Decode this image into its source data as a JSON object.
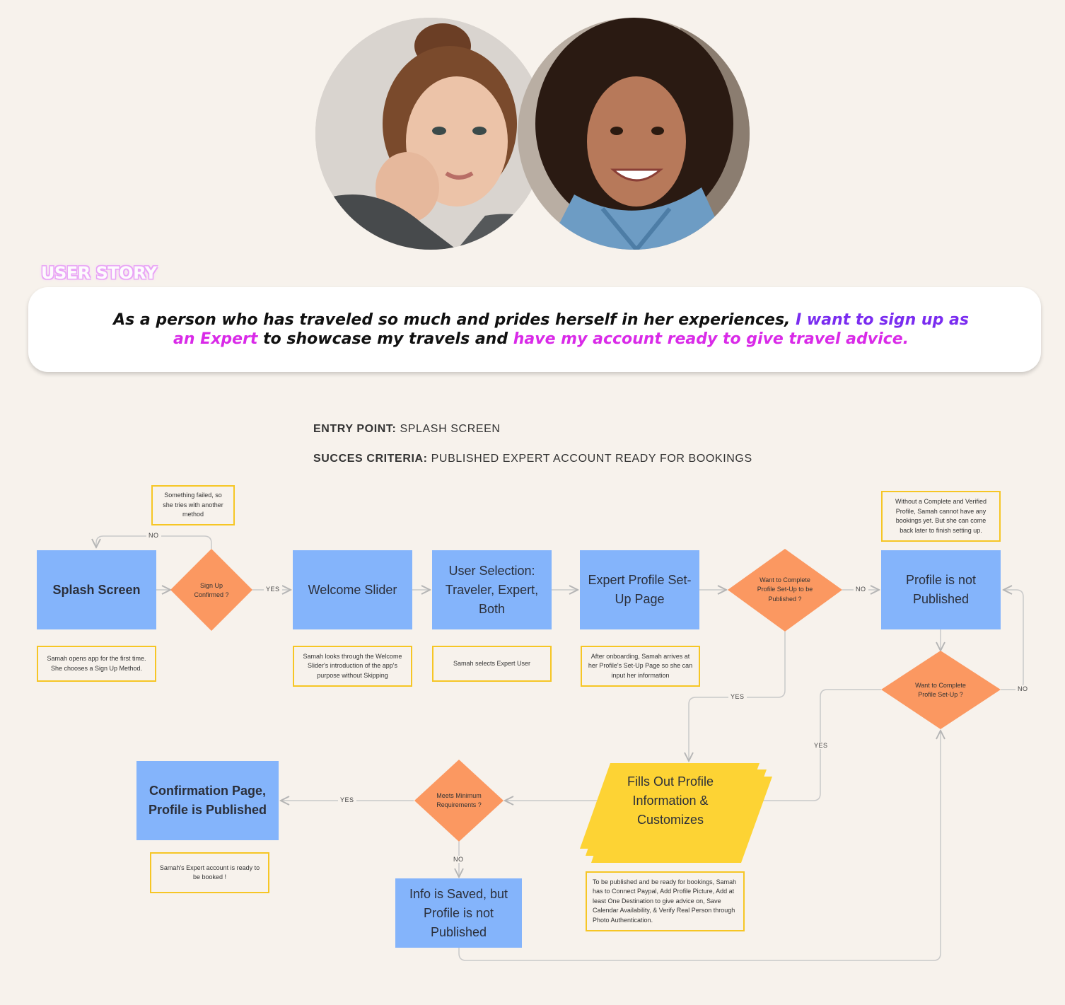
{
  "colors": {
    "background": "#f7f2ec",
    "process_node": "#84b4fb",
    "decision_node": "#fb9861",
    "data_node": "#fdd334",
    "note_border": "#f6c625",
    "story_purple": "#7a2cf0",
    "story_pink": "#d92ae8"
  },
  "personas": {
    "left_photo": "woman with hair bun, chin on hand",
    "right_photo": "smiling woman with curly hair, denim jacket"
  },
  "user_story": {
    "label": "USER STORY",
    "part1": "As a person who has traveled so much and prides herself in her experiences, ",
    "highlight1a": "I want to sign up as",
    "highlight1b": "an Expert",
    "part2": " to showcase my travels and ",
    "highlight2": "have my account ready to give travel advice."
  },
  "entry_point": {
    "label": "ENTRY POINT:",
    "value": " SPLASH SCREEN"
  },
  "success_criteria": {
    "label": "SUCCES CRITERIA:",
    "value": " PUBLISHED EXPERT ACCOUNT READY FOR BOOKINGS"
  },
  "nodes": {
    "splash": "Splash Screen",
    "welcome": "Welcome Slider",
    "selection": "User Selection: Traveler, Expert, Both",
    "expert_setup": "Expert Profile Set-Up Page",
    "not_published": "Profile is not Published",
    "fills_out": "Fills Out Profile Information & Customizes",
    "confirmation": "Confirmation Page, Profile is Published",
    "info_saved": "Info is Saved, but Profile is not Published"
  },
  "decisions": {
    "signup_confirmed": "Sign Up Confirmed ?",
    "complete_setup_published": "Want to Complete Profile Set-Up to be Published ?",
    "complete_setup": "Want to Complete Profile Set-Up ?",
    "meets_requirements": "Meets Minimum Requirements ?"
  },
  "notes": {
    "failed": "Something failed, so she tries with another method",
    "opens_app": "Samah opens app for the first time. She chooses a Sign Up Method.",
    "looks_through": "Samah looks through the Welcome Slider's introduction of the app's purpose without Skipping",
    "selects_expert": "Samah selects Expert User",
    "after_onboarding": "After onboarding, Samah arrives at her Profile's Set-Up Page so she can input her information",
    "without_complete": "Without a Complete and Verified Profile, Samah cannot have any bookings yet. But she can come back later to finish setting up.",
    "account_ready": "Samah's Expert account is ready to be booked !",
    "to_be_published": "To be published and be ready for bookings, Samah has to Connect Paypal, Add Profile Picture, Add at least One Destination to give advice on, Save Calendar Availability, & Verify Real Person through Photo Authentication."
  },
  "edge_labels": {
    "no": "NO",
    "yes": "YES"
  }
}
